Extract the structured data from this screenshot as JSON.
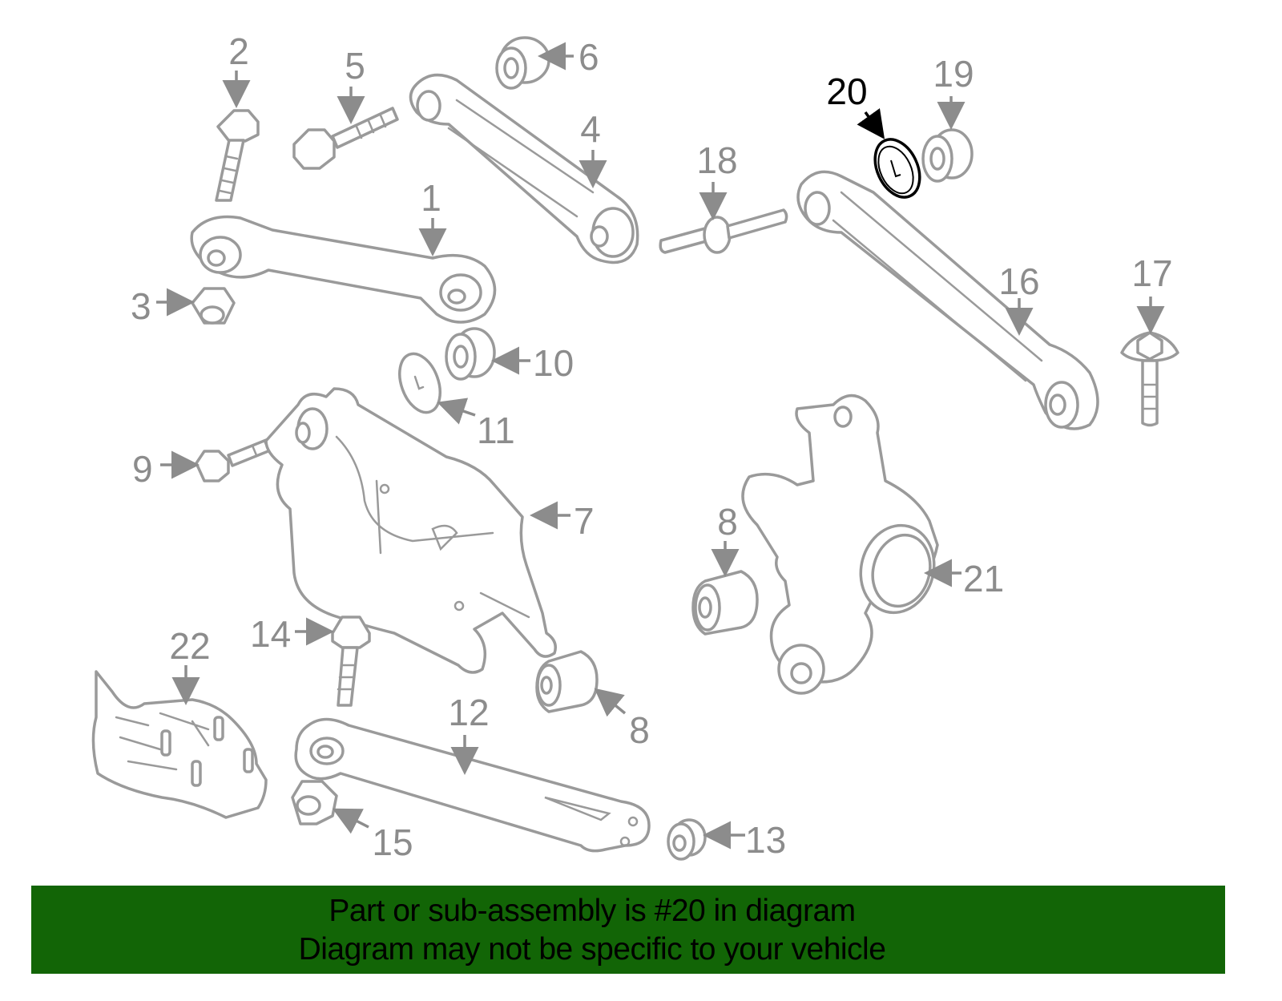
{
  "diagram": {
    "highlighted_part": "20",
    "callouts": {
      "p1": "1",
      "p2": "2",
      "p3": "3",
      "p4": "4",
      "p5": "5",
      "p6": "6",
      "p7": "7",
      "p8a": "8",
      "p8b": "8",
      "p9": "9",
      "p10": "10",
      "p11": "11",
      "p12": "12",
      "p13": "13",
      "p14": "14",
      "p15": "15",
      "p16": "16",
      "p17": "17",
      "p18": "18",
      "p19": "19",
      "p20": "20",
      "p21": "21",
      "p22": "22"
    }
  },
  "banner": {
    "line1": "Part or sub-assembly is #20 in diagram",
    "line2": "Diagram may not be specific to your vehicle",
    "background": "#126506"
  }
}
